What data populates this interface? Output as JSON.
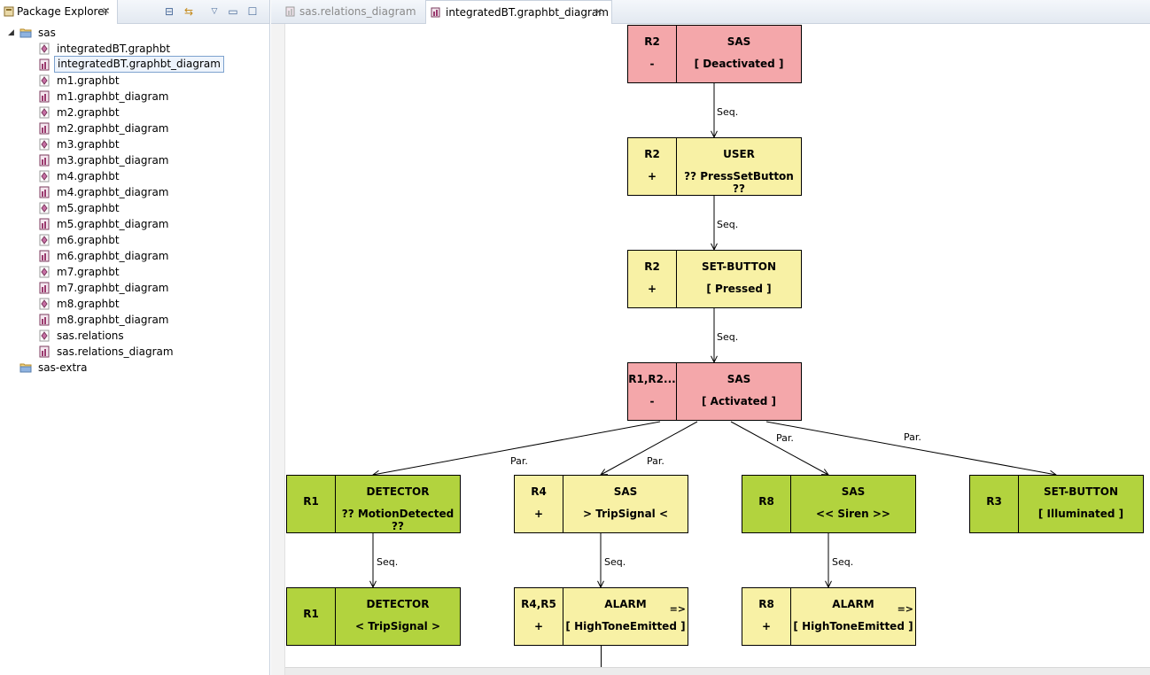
{
  "explorer": {
    "tab_label": "Package Explorer",
    "close_glyph": "✕",
    "toolbar": {
      "collapse_icon": "⊟",
      "link_icon": "⇆",
      "menu_icon": "▽",
      "minimize_icon": "▭",
      "maximize_icon": "☐"
    },
    "tree": [
      {
        "label": "sas",
        "type": "folder",
        "expanded": true
      },
      {
        "label": "integratedBT.graphbt",
        "type": "graphbt"
      },
      {
        "label": "integratedBT.graphbt_diagram",
        "type": "diagram",
        "selected": true
      },
      {
        "label": "m1.graphbt",
        "type": "graphbt"
      },
      {
        "label": "m1.graphbt_diagram",
        "type": "diagram"
      },
      {
        "label": "m2.graphbt",
        "type": "graphbt"
      },
      {
        "label": "m2.graphbt_diagram",
        "type": "diagram"
      },
      {
        "label": "m3.graphbt",
        "type": "graphbt"
      },
      {
        "label": "m3.graphbt_diagram",
        "type": "diagram"
      },
      {
        "label": "m4.graphbt",
        "type": "graphbt"
      },
      {
        "label": "m4.graphbt_diagram",
        "type": "diagram"
      },
      {
        "label": "m5.graphbt",
        "type": "graphbt"
      },
      {
        "label": "m5.graphbt_diagram",
        "type": "diagram"
      },
      {
        "label": "m6.graphbt",
        "type": "graphbt"
      },
      {
        "label": "m6.graphbt_diagram",
        "type": "diagram"
      },
      {
        "label": "m7.graphbt",
        "type": "graphbt"
      },
      {
        "label": "m7.graphbt_diagram",
        "type": "diagram"
      },
      {
        "label": "m8.graphbt",
        "type": "graphbt"
      },
      {
        "label": "m8.graphbt_diagram",
        "type": "diagram"
      },
      {
        "label": "sas.relations",
        "type": "graphbt"
      },
      {
        "label": "sas.relations_diagram",
        "type": "diagram"
      },
      {
        "label": "sas-extra",
        "type": "folder",
        "expanded": false
      }
    ]
  },
  "editor": {
    "tabs": [
      {
        "label": "sas.relations_diagram",
        "active": false
      },
      {
        "label": "integratedBT.graphbt_diagram",
        "active": true
      }
    ]
  },
  "diagram": {
    "colors": {
      "pink": "#f4a7aa",
      "yellow": "#f8f1a5",
      "green": "#b2d33e"
    },
    "nodes": [
      {
        "id": "n1",
        "req": "R2",
        "op": "-",
        "component": "SAS",
        "behavior": "[  Deactivated  ]",
        "color": "pink"
      },
      {
        "id": "n2",
        "req": "R2",
        "op": "+",
        "component": "USER",
        "behavior": "??  PressSetButton  ??",
        "color": "yellow"
      },
      {
        "id": "n3",
        "req": "R2",
        "op": "+",
        "component": "SET-BUTTON",
        "behavior": "[  Pressed  ]",
        "color": "yellow"
      },
      {
        "id": "n4",
        "req": "R1,R2...",
        "op": "-",
        "component": "SAS",
        "behavior": "[  Activated  ]",
        "color": "pink"
      },
      {
        "id": "n5",
        "req": "R1",
        "op": "",
        "component": "DETECTOR",
        "behavior": "??  MotionDetected  ??",
        "color": "green"
      },
      {
        "id": "n6",
        "req": "R4",
        "op": "+",
        "component": "SAS",
        "behavior": ">  TripSignal  <",
        "color": "yellow"
      },
      {
        "id": "n7",
        "req": "R8",
        "op": "",
        "component": "SAS",
        "behavior": "<<  Siren  >>",
        "color": "green"
      },
      {
        "id": "n8",
        "req": "R3",
        "op": "",
        "component": "SET-BUTTON",
        "behavior": "[  Illuminated  ]",
        "color": "green"
      },
      {
        "id": "n9",
        "req": "R1",
        "op": "",
        "component": "DETECTOR",
        "behavior": "<  TripSignal  >",
        "color": "green"
      },
      {
        "id": "n10",
        "req": "R4,R5",
        "op": "+",
        "component": "ALARM",
        "behavior": "[  HighToneEmitted  ]",
        "color": "yellow",
        "marker": "=>"
      },
      {
        "id": "n11",
        "req": "R8",
        "op": "+",
        "component": "ALARM",
        "behavior": "[  HighToneEmitted  ]",
        "color": "yellow",
        "marker": "=>"
      }
    ],
    "edges": [
      {
        "from": "n1",
        "to": "n2",
        "label": "Seq."
      },
      {
        "from": "n2",
        "to": "n3",
        "label": "Seq."
      },
      {
        "from": "n3",
        "to": "n4",
        "label": "Seq."
      },
      {
        "from": "n4",
        "to": "n5",
        "label": "Par."
      },
      {
        "from": "n4",
        "to": "n6",
        "label": "Par."
      },
      {
        "from": "n4",
        "to": "n7",
        "label": "Par."
      },
      {
        "from": "n4",
        "to": "n8",
        "label": "Par."
      },
      {
        "from": "n5",
        "to": "n9",
        "label": "Seq."
      },
      {
        "from": "n6",
        "to": "n10",
        "label": "Seq."
      },
      {
        "from": "n7",
        "to": "n11",
        "label": "Seq."
      }
    ]
  }
}
